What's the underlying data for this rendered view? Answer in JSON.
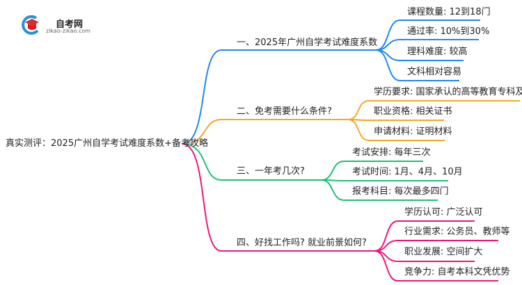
{
  "logo": {
    "name": "自考网",
    "url": "zikao-zikao.com"
  },
  "root": "真实测评：2025广州自学考试难度系数+备考攻略",
  "branches": [
    {
      "label": "一、2025年广州自学考试难度系数",
      "color": "#1e88f5",
      "children": [
        "课程数量: 12到18门",
        "通过率: 10%到30%",
        "理科难度: 较高",
        "文科相对容易"
      ]
    },
    {
      "label": "二、免考需要什么条件?",
      "color": "#f5a623",
      "children": [
        "学历要求: 国家承认的高等教育专科及以上",
        "职业资格: 相关证书",
        "申请材料: 证明材料"
      ]
    },
    {
      "label": "三、一年考几次?",
      "color": "#1dbf73",
      "children": [
        "考试安排: 每年三次",
        "考试时间: 1月、4月、10月",
        "报考科目: 每次最多四门"
      ]
    },
    {
      "label": "四、好找工作吗? 就业前景如何?",
      "color": "#f0147a",
      "children": [
        "学历认可: 广泛认可",
        "行业需求: 公务员、教师等",
        "职业发展: 空间扩大",
        "竞争力: 自考本科文凭优势"
      ]
    }
  ]
}
